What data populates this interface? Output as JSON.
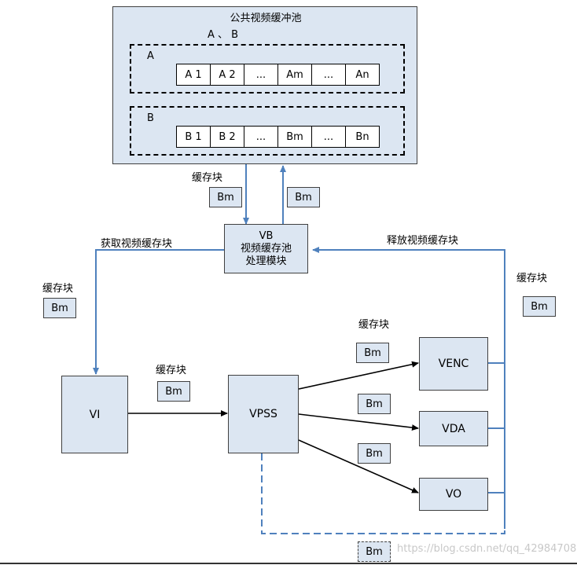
{
  "pool": {
    "title": "公共视频缓冲池",
    "subtitle": "A 、 B",
    "group_a": {
      "label": "A",
      "cells": [
        "A 1",
        "A 2",
        "...",
        "Am",
        "...",
        "An"
      ]
    },
    "group_b": {
      "label": "B",
      "cells": [
        "B 1",
        "B 2",
        "...",
        "Bm",
        "...",
        "Bn"
      ]
    }
  },
  "vb_module": {
    "line1": "VB",
    "line2": "视频缓存池",
    "line3": "处理模块"
  },
  "modules": {
    "vi": "VI",
    "vpss": "VPSS",
    "venc": "VENC",
    "vda": "VDA",
    "vo": "VO"
  },
  "labels": {
    "cache_block": "缓存块",
    "get_buffer": "获取视频缓存块",
    "release_buffer": "释放视频缓存块"
  },
  "block_name": "Bm",
  "watermark": "https://blog.csdn.net/qq_42984708",
  "colors": {
    "box_fill": "#dce6f2",
    "blue_line": "#4f81bd",
    "black_line": "#000000"
  }
}
